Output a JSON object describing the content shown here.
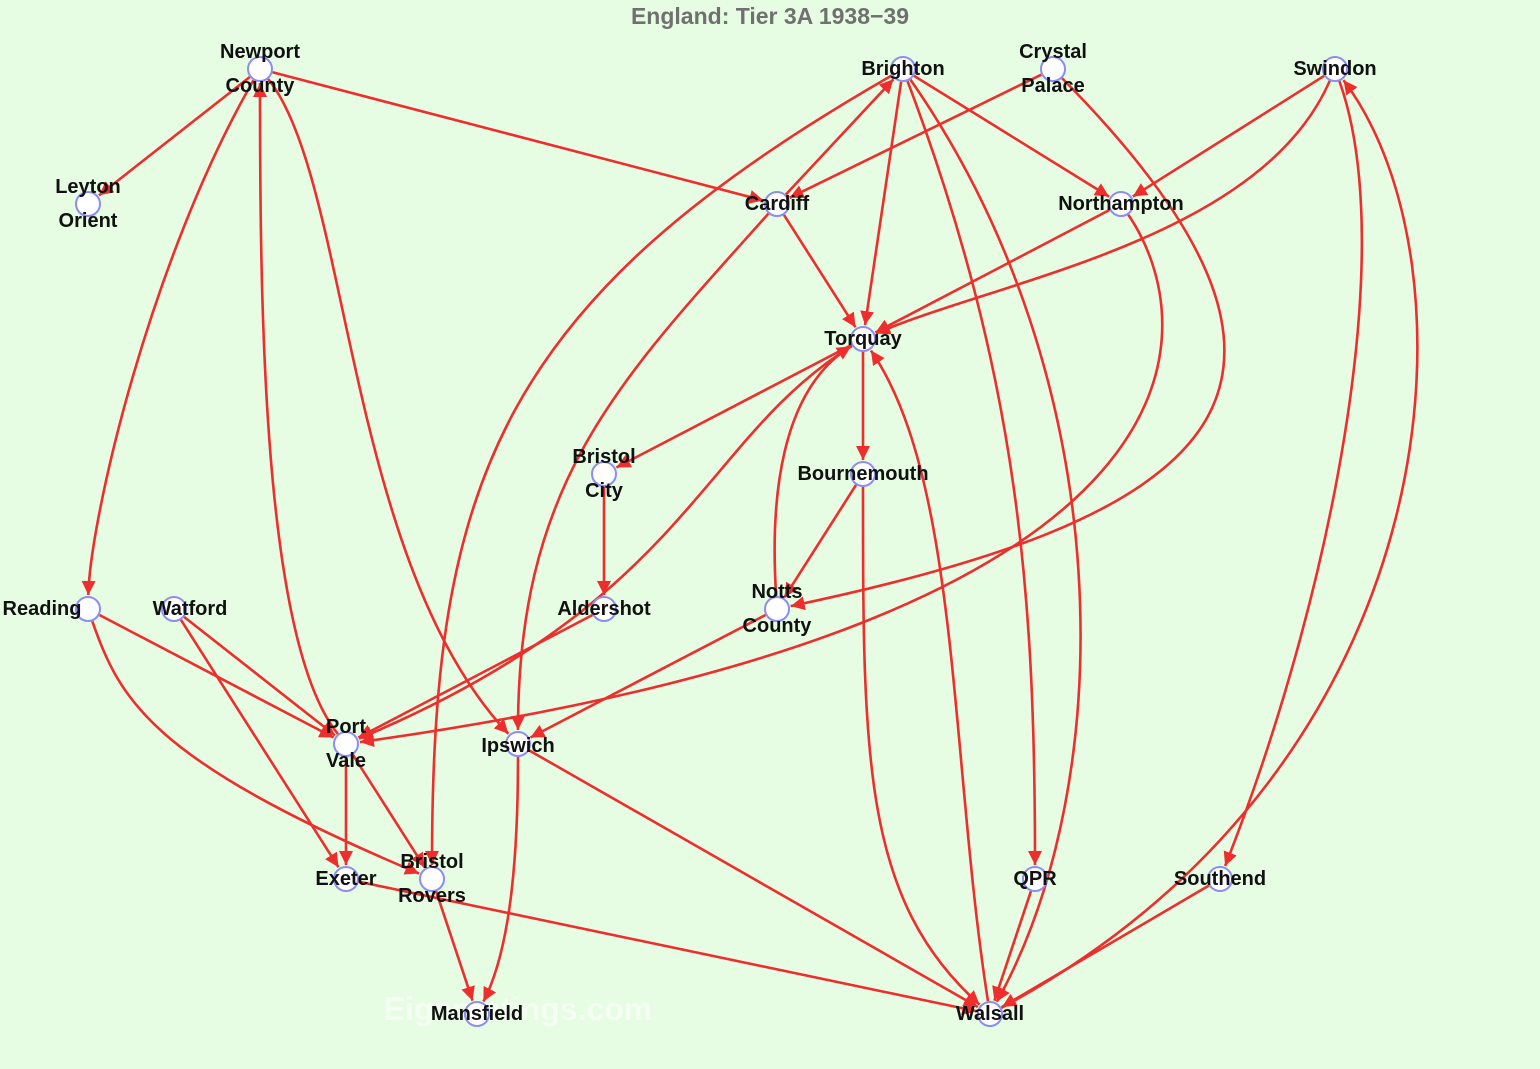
{
  "title": "England: Tier 3A 1938−39",
  "watermark": "Eigenratings.com",
  "colors": {
    "background": "#e6fde3",
    "edge": "#ee2d2d",
    "node_stroke": "#8b8ef0",
    "node_fill": "#ffffff"
  },
  "nodes": [
    {
      "id": "newport",
      "lines": [
        "Newport",
        "County"
      ]
    },
    {
      "id": "leyton",
      "lines": [
        "Leyton",
        "Orient"
      ]
    },
    {
      "id": "brighton",
      "lines": [
        "Brighton"
      ]
    },
    {
      "id": "crystal",
      "lines": [
        "Crystal",
        "Palace"
      ]
    },
    {
      "id": "swindon",
      "lines": [
        "Swindon"
      ]
    },
    {
      "id": "cardiff",
      "lines": [
        "Cardiff"
      ]
    },
    {
      "id": "northampton",
      "lines": [
        "Northampton"
      ]
    },
    {
      "id": "torquay",
      "lines": [
        "Torquay"
      ]
    },
    {
      "id": "bristolcity",
      "lines": [
        "Bristol",
        "City"
      ]
    },
    {
      "id": "bournemouth",
      "lines": [
        "Bournemouth"
      ]
    },
    {
      "id": "reading",
      "lines": [
        "Reading"
      ]
    },
    {
      "id": "watford",
      "lines": [
        "Watford"
      ]
    },
    {
      "id": "aldershot",
      "lines": [
        "Aldershot"
      ]
    },
    {
      "id": "notts",
      "lines": [
        "Notts",
        "County"
      ]
    },
    {
      "id": "portvale",
      "lines": [
        "Port",
        "Vale"
      ]
    },
    {
      "id": "ipswich",
      "lines": [
        "Ipswich"
      ]
    },
    {
      "id": "exeter",
      "lines": [
        "Exeter"
      ]
    },
    {
      "id": "bristolrovers",
      "lines": [
        "Bristol",
        "Rovers"
      ]
    },
    {
      "id": "qpr",
      "lines": [
        "QPR"
      ]
    },
    {
      "id": "southend",
      "lines": [
        "Southend"
      ]
    },
    {
      "id": "mansfield",
      "lines": [
        "Mansfield"
      ]
    },
    {
      "id": "walsall",
      "lines": [
        "Walsall"
      ]
    }
  ],
  "edges": [
    {
      "from": "newport",
      "to": "leyton"
    },
    {
      "from": "newport",
      "to": "reading"
    },
    {
      "from": "newport",
      "to": "cardiff"
    },
    {
      "from": "newport",
      "to": "ipswich"
    },
    {
      "from": "portvale",
      "to": "newport"
    },
    {
      "from": "brighton",
      "to": "bristolrovers"
    },
    {
      "from": "cardiff",
      "to": "brighton"
    },
    {
      "from": "brighton",
      "to": "torquay"
    },
    {
      "from": "brighton",
      "to": "northampton"
    },
    {
      "from": "brighton",
      "to": "qpr"
    },
    {
      "from": "brighton",
      "to": "walsall"
    },
    {
      "from": "crystal",
      "to": "cardiff"
    },
    {
      "from": "crystal",
      "to": "notts"
    },
    {
      "from": "swindon",
      "to": "northampton"
    },
    {
      "from": "swindon",
      "to": "torquay"
    },
    {
      "from": "swindon",
      "to": "southend"
    },
    {
      "from": "walsall",
      "to": "swindon"
    },
    {
      "from": "cardiff",
      "to": "torquay"
    },
    {
      "from": "cardiff",
      "to": "ipswich"
    },
    {
      "from": "northampton",
      "to": "torquay"
    },
    {
      "from": "northampton",
      "to": "portvale"
    },
    {
      "from": "torquay",
      "to": "bristolcity"
    },
    {
      "from": "torquay",
      "to": "bournemouth"
    },
    {
      "from": "torquay",
      "to": "portvale"
    },
    {
      "from": "notts",
      "to": "torquay"
    },
    {
      "from": "walsall",
      "to": "torquay"
    },
    {
      "from": "bristolcity",
      "to": "aldershot"
    },
    {
      "from": "bournemouth",
      "to": "notts"
    },
    {
      "from": "bournemouth",
      "to": "walsall"
    },
    {
      "from": "reading",
      "to": "portvale"
    },
    {
      "from": "reading",
      "to": "bristolrovers"
    },
    {
      "from": "watford",
      "to": "portvale"
    },
    {
      "from": "watford",
      "to": "exeter"
    },
    {
      "from": "aldershot",
      "to": "portvale"
    },
    {
      "from": "notts",
      "to": "ipswich"
    },
    {
      "from": "portvale",
      "to": "exeter"
    },
    {
      "from": "portvale",
      "to": "bristolrovers"
    },
    {
      "from": "ipswich",
      "to": "mansfield"
    },
    {
      "from": "ipswich",
      "to": "walsall"
    },
    {
      "from": "exeter",
      "to": "walsall"
    },
    {
      "from": "bristolrovers",
      "to": "mansfield"
    },
    {
      "from": "qpr",
      "to": "walsall"
    },
    {
      "from": "southend",
      "to": "walsall"
    }
  ]
}
